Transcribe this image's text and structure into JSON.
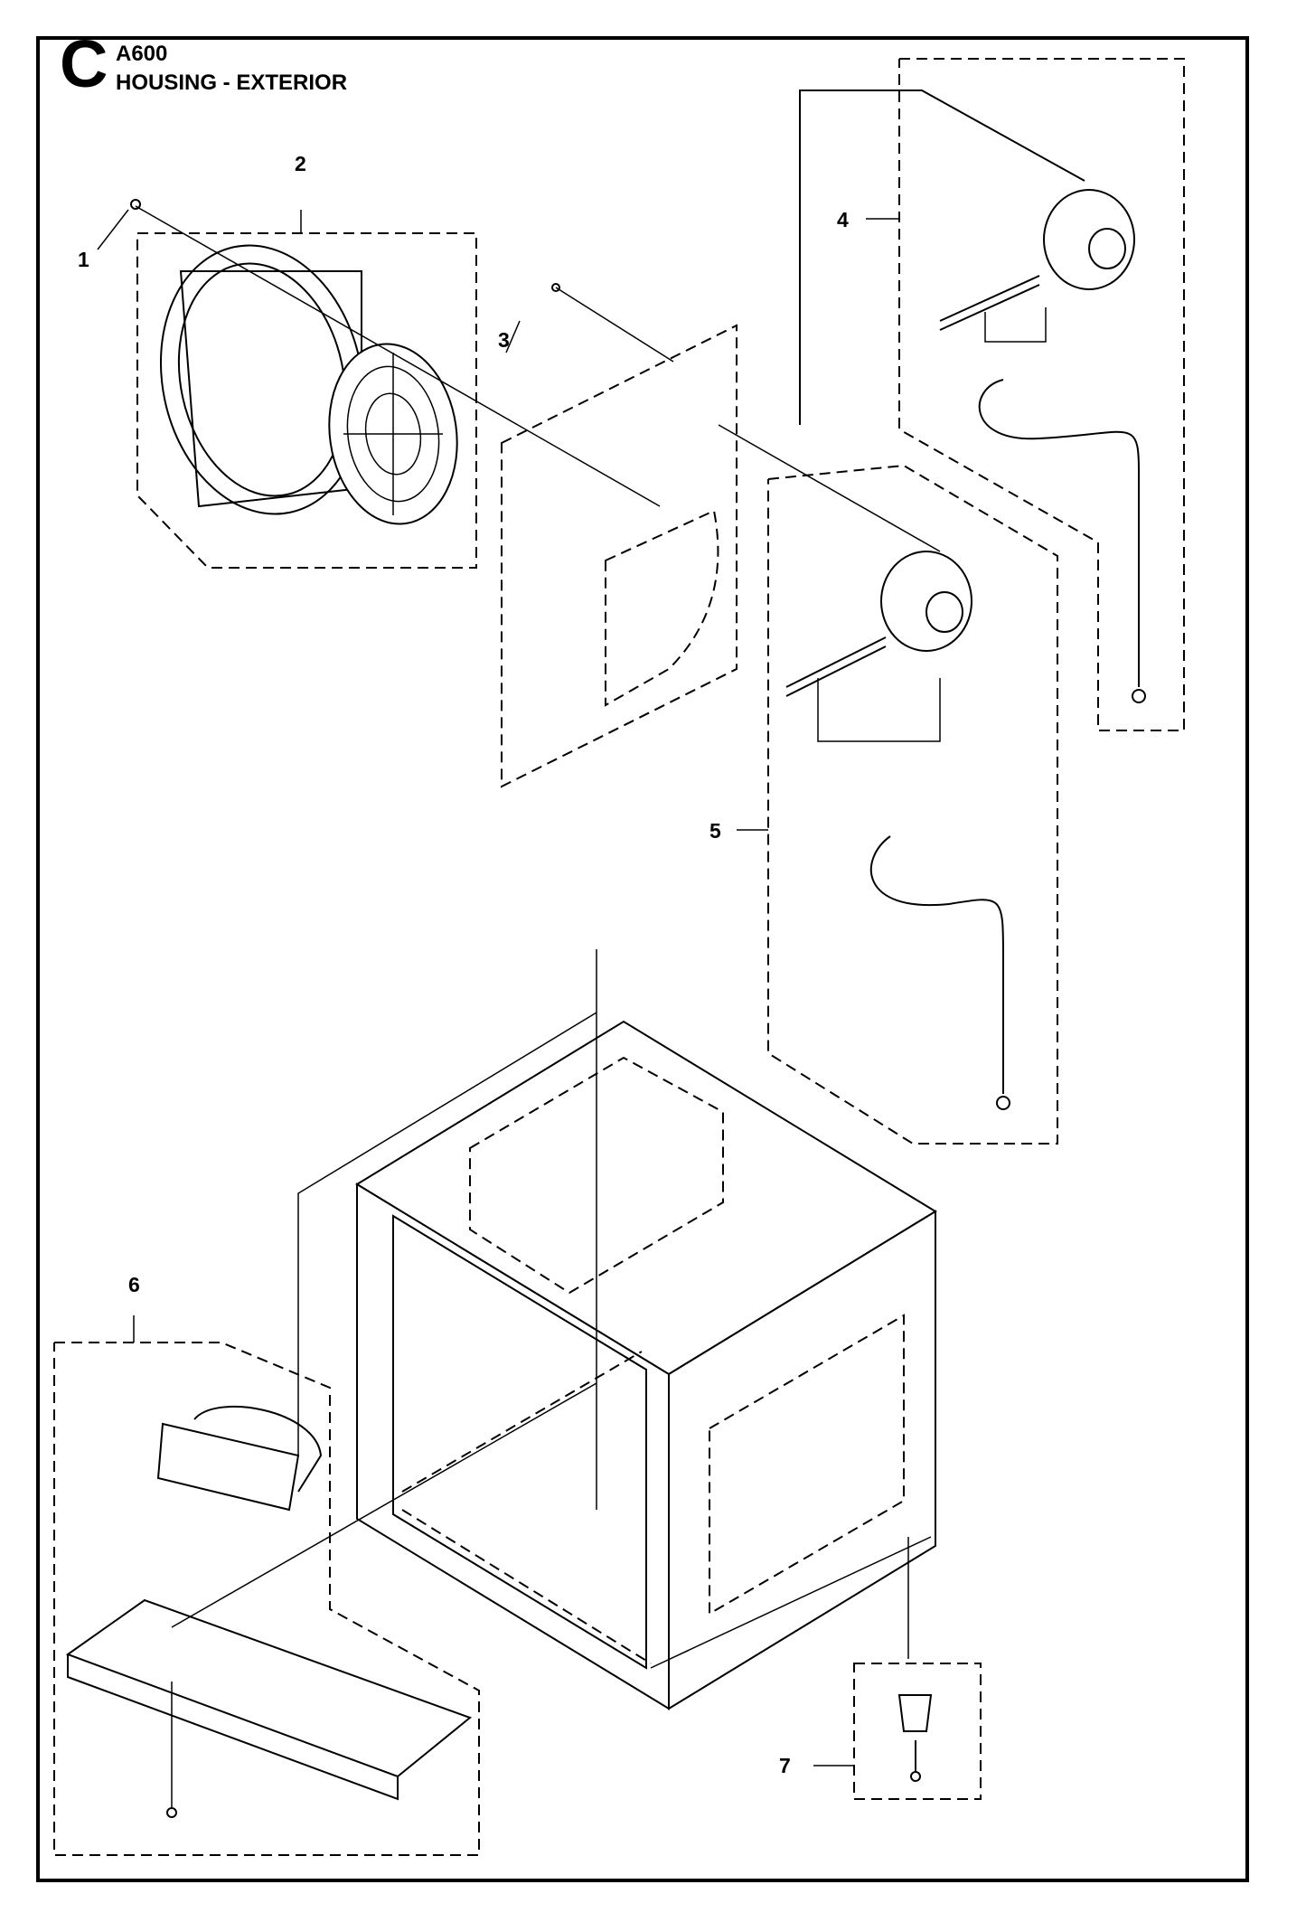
{
  "header": {
    "section": "C",
    "model": "A600",
    "title": "HOUSING - EXTERIOR"
  },
  "callouts": [
    "1",
    "2",
    "3",
    "4",
    "5",
    "6",
    "7"
  ]
}
